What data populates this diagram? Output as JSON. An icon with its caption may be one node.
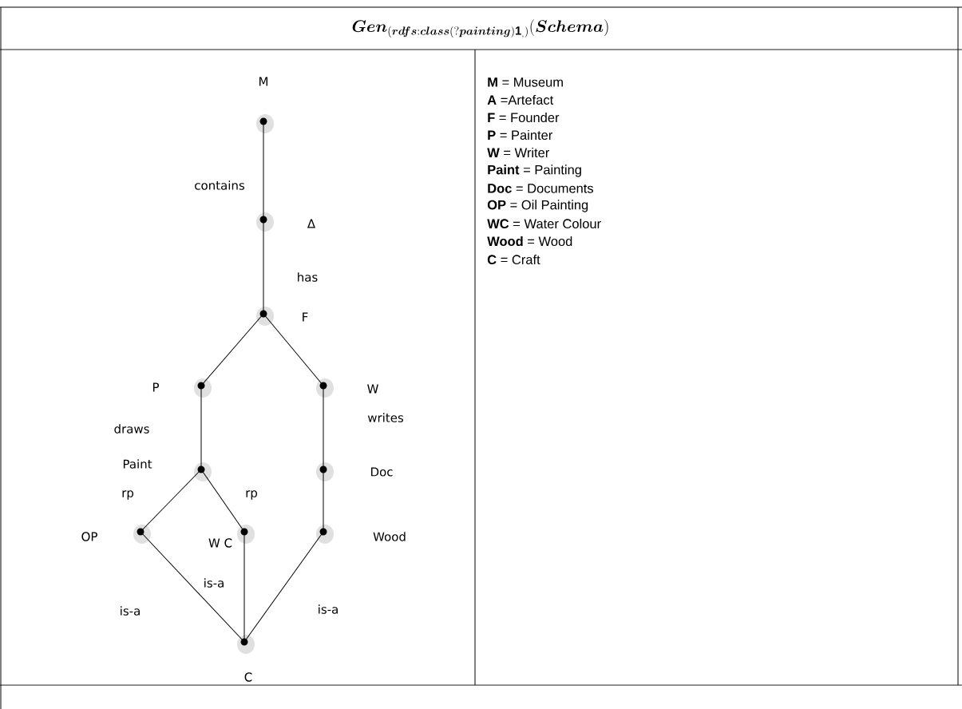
{
  "diagram": {
    "title": "\\boldsymbol{Gen}_{(\\boldsymbol{rdfs}:\\boldsymbol{class}(?\\boldsymbol{painting})\\mathbf{1}_{,})}(\\boldsymbol{Schema})",
    "nodes": [
      {
        "text": [
          "M"
        ]
      },
      {
        "text": [
          "Δ"
        ]
      },
      {
        "text": [
          "F"
        ]
      },
      {
        "text": [
          "P"
        ]
      },
      {
        "text": [
          "W"
        ]
      },
      {
        "text": [
          "Paint"
        ]
      },
      {
        "text": [
          "Doc"
        ]
      },
      {
        "text": [
          "OP"
        ]
      },
      {
        "text": [
          "W C"
        ]
      },
      {
        "text": [
          "Wood"
        ]
      },
      {
        "text": [
          "C"
        ]
      }
    ],
    "edges": [
      {
        "from": 0,
        "to": 1,
        "arrow": "none",
        "label": "contains"
      },
      {
        "from": 1,
        "to": 2,
        "arrow": "none",
        "label": "has"
      },
      {
        "from": 2,
        "to": 3,
        "arrow": "none"
      },
      {
        "from": 2,
        "to": 4,
        "arrow": "none"
      },
      {
        "from": 3,
        "to": 5,
        "arrow": "none",
        "label": "draws"
      },
      {
        "from": 4,
        "to": 6,
        "arrow": "none",
        "label": "writes"
      },
      {
        "from": 5,
        "to": 7,
        "arrow": "none",
        "label": "rp"
      },
      {
        "from": 5,
        "to": 8,
        "arrow": "none",
        "label": "rp"
      },
      {
        "from": 6,
        "to": 9,
        "arrow": "none"
      },
      {
        "from": 7,
        "to": 10,
        "arrow": "none",
        "label": "is-a"
      },
      {
        "from": 8,
        "to": 10,
        "arrow": "none",
        "label": "is-a"
      },
      {
        "from": 9,
        "to": 10,
        "arrow": "none",
        "label": "is-a"
      }
    ],
    "labels": [
      "**M** = Museum",
      "**A** =Artefact",
      "**F**  = Founder",
      "**P**  = Painter",
      "**W**  = Writer",
      "**Paint** = Painting",
      "**Doc**  = Documents",
      "**OP**  = Oil Painting",
      "**WC** = Water Colour",
      "**Wood**  = Wood",
      "**C**  = Craft"
    ]
  }
}
